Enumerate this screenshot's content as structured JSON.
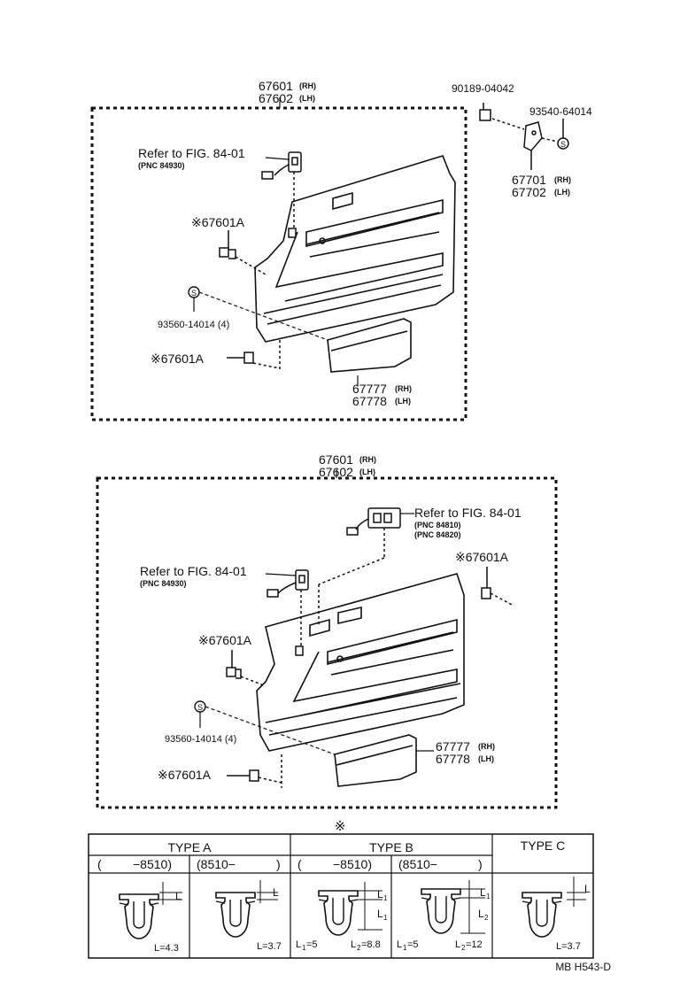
{
  "diagram_code": "MB  H543-D",
  "fig1": {
    "panel_rh": "67601",
    "panel_rh_side": "(RH)",
    "panel_lh": "67602",
    "panel_lh_side": "(LH)",
    "bolt_part": "90189-04042",
    "screw_part": "93540-64014",
    "bracket_rh": "67701",
    "bracket_rh_side": "(RH)",
    "bracket_lh": "67702",
    "bracket_lh_side": "(LH)",
    "ref": "Refer to FIG. 84-01",
    "ref_pnc": "(PNC 84930)",
    "clip_upper": "※67601A",
    "screw_symbol": "S",
    "screw_label": "93560-14014  (4)",
    "clip_lower": "※67601A",
    "pocket_rh": "67777",
    "pocket_rh_side": "(RH)",
    "pocket_lh": "67778",
    "pocket_lh_side": "(LH)"
  },
  "fig2": {
    "panel_rh": "67601",
    "panel_rh_side": "(RH)",
    "panel_lh": "67602",
    "panel_lh_side": "(LH)",
    "ref_switch": "Refer to FIG. 84-01",
    "ref_switch_pnc1": "(PNC 84810)",
    "ref_switch_pnc2": "(PNC 84820)",
    "ref": "Refer to FIG. 84-01",
    "ref_pnc": "(PNC 84930)",
    "clip_right": "※67601A",
    "clip_left": "※67601A",
    "screw_symbol": "S",
    "screw_label": "93560-14014  (4)",
    "clip_lower": "※67601A",
    "pocket_rh": "67777",
    "pocket_rh_side": "(RH)",
    "pocket_lh": "67778",
    "pocket_lh_side": "(LH)"
  },
  "table": {
    "mark": "※",
    "type_a": "TYPE A",
    "type_b": "TYPE B",
    "type_c": "TYPE C",
    "a1_open": "(",
    "a1_range": "−8510)",
    "a2_range": "(8510−",
    "a2_close": ")",
    "b1_open": "(",
    "b1_range": "−8510)",
    "b2_range": "(8510−",
    "b2_close": ")",
    "dim_l": "L",
    "dim_l1": "L",
    "dim_l2": "L",
    "sub1": "1",
    "sub2": "2",
    "a1_value": "L=4.3",
    "a2_value": "L=3.7",
    "b1_value_l1": "L",
    "b1_value_l1_num": "=5",
    "b1_value_l2": "L",
    "b1_value_l2_num": "=8.8",
    "b2_value_l1": "L",
    "b2_value_l1_num": "=5",
    "b2_value_l2": "L",
    "b2_value_l2_num": "=12",
    "c_value": "L=3.7"
  }
}
